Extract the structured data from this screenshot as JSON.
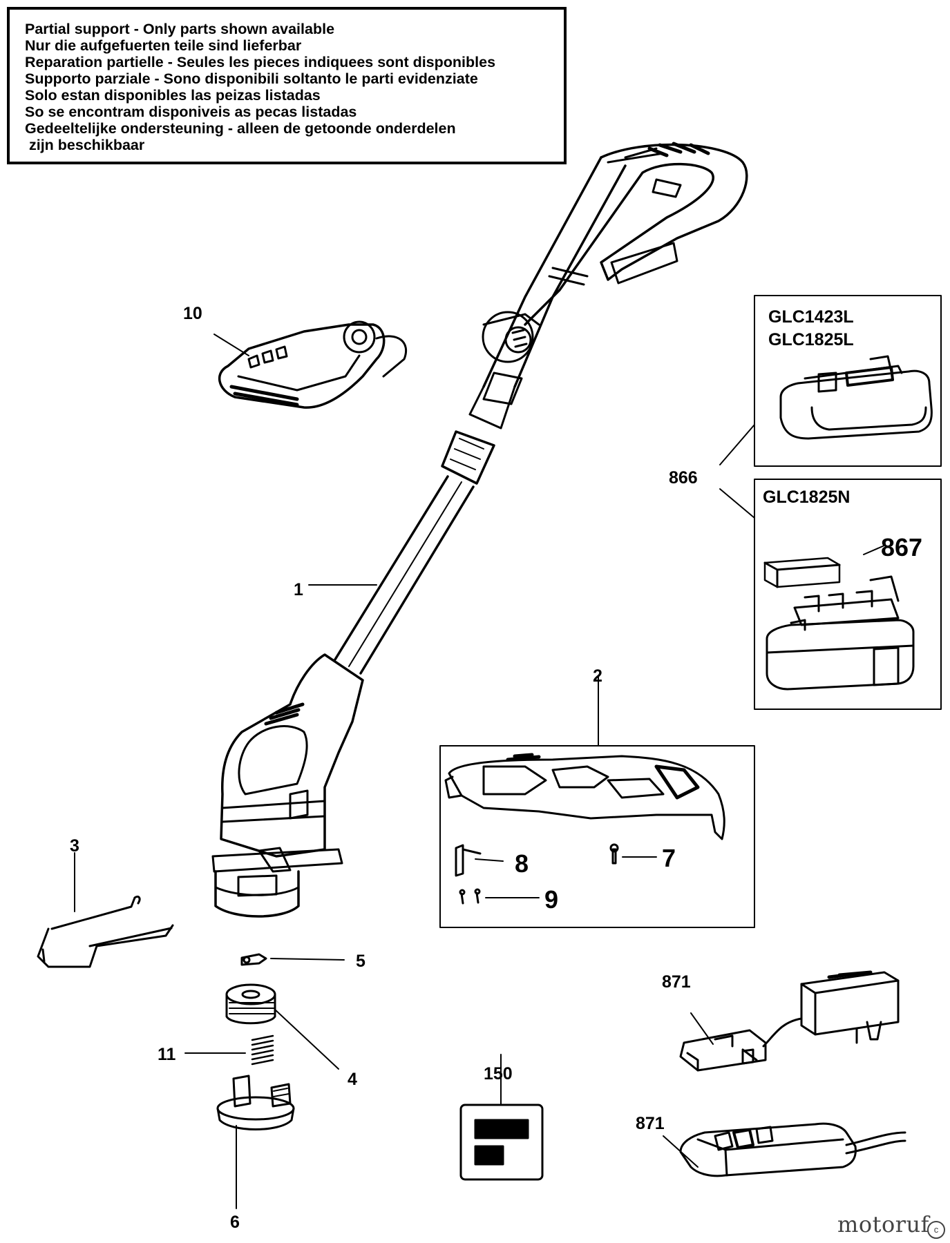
{
  "notice_lines": [
    "Partial support - Only parts shown available",
    "Nur die aufgefuerten teile sind lieferbar",
    "Reparation partielle - Seules les pieces indiquees sont disponibles",
    "Supporto parziale - Sono disponibili soltanto le parti evidenziate",
    "Solo estan disponibles las peizas listadas",
    "So se encontram disponiveis as pecas listadas",
    "Gedeeltelijke ondersteuning - alleen de getoonde onderdelen",
    " zijn beschikbaar"
  ],
  "parts": {
    "p1": "1",
    "p2": "2",
    "p3": "3",
    "p4": "4",
    "p5": "5",
    "p6": "6",
    "p7": "7",
    "p8": "8",
    "p9": "9",
    "p10": "10",
    "p11": "11",
    "p150": "150",
    "p866": "866",
    "p867": "867",
    "p871a": "871",
    "p871b": "871"
  },
  "battery_models": {
    "box_a_line1": "GLC1423L",
    "box_a_line2": "GLC1825L",
    "box_b_line1": "GLC1825N"
  },
  "watermark": {
    "text": "motoruf",
    "mark": "c"
  }
}
